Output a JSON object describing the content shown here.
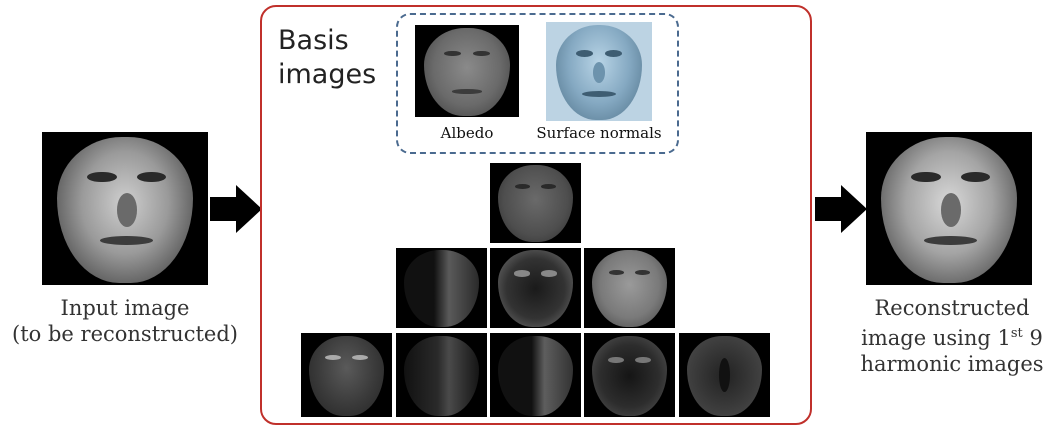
{
  "input": {
    "caption_line1": "Input image",
    "caption_line2": "(to be reconstructed)"
  },
  "output": {
    "caption_line1": "Reconstructed",
    "caption_line2_pre": "image using 1",
    "caption_line2_sup": "st",
    "caption_line2_post": " 9",
    "caption_line3": "harmonic images"
  },
  "basis": {
    "title_line1": "Basis",
    "title_line2": "images",
    "albedo_label": "Albedo",
    "normals_label": "Surface normals"
  },
  "colors": {
    "box_border": "#c0302b",
    "dashed_border": "#4a6a8f",
    "normals_face": "#8fb2c8"
  }
}
